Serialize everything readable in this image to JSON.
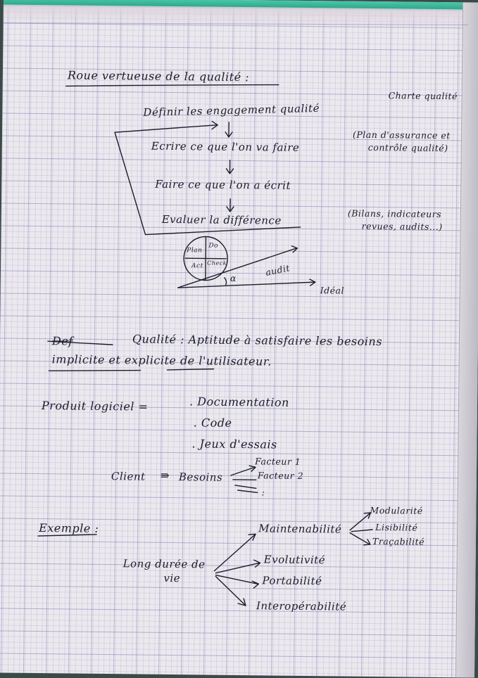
{
  "title": "Roue vertueuse de la qualité :",
  "steps": [
    "Définir les engagement qualité",
    "Ecrire ce que l'on va faire",
    "Faire ce que l'on a écrit",
    "Evaluer la différence"
  ],
  "side_notes": {
    "charte": "Charte qualité",
    "plan_line1": "(Plan d'assurance et",
    "plan_line2": "contrôle qualité)",
    "bilans_line1": "(Bilans, indicateurs",
    "bilans_line2": "revues, audits...)"
  },
  "wheel": {
    "plan": "Plan",
    "do": "Do",
    "act": "Act",
    "check": "Check",
    "alpha": "α",
    "audit": "audit",
    "ideal": "Idéal"
  },
  "definition": {
    "label": "Def",
    "line1": "Qualité : Aptitude à satisfaire les besoins",
    "line2": "implicite et explicite de l'utilisateur."
  },
  "produit": {
    "label": "Produit logiciel =",
    "items": [
      ". Documentation",
      ". Code",
      ". Jeux d'essais"
    ]
  },
  "client": {
    "label": "Client",
    "arrow": "⇛",
    "besoins": "Besoins",
    "facteurs": [
      "Facteur 1",
      "Facteur 2"
    ],
    "dots": ":"
  },
  "exemple": {
    "label": "Exemple :",
    "root_line1": "Long durée de",
    "root_line2": "vie",
    "branches": [
      "Maintenabilité",
      "Evolutivité",
      "Portabilité",
      "Interopérabilité"
    ],
    "sub_branches": [
      "Modularité",
      "Lisibilité",
      "Traçabilité"
    ]
  }
}
